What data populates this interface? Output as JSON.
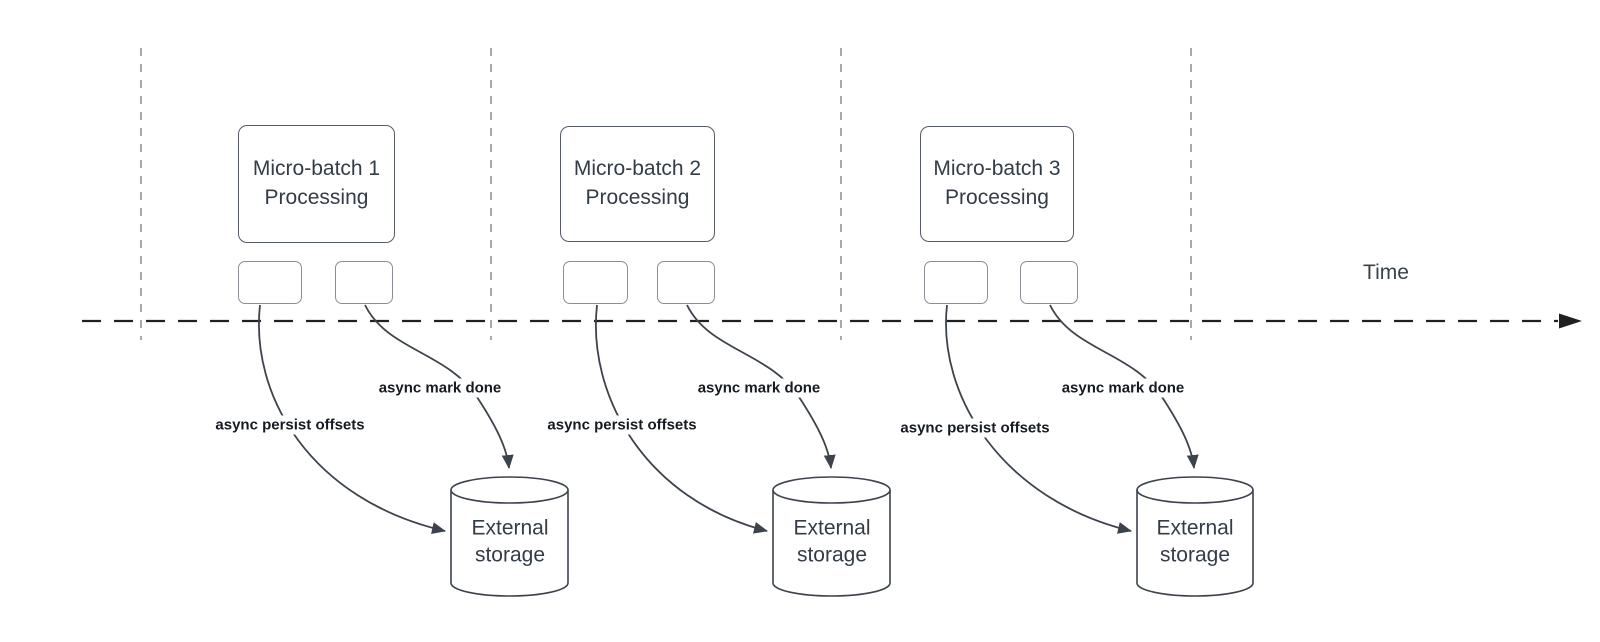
{
  "axis": {
    "time_label": "Time",
    "timeline_color": "#202020",
    "gridline_color": "#a6a9ae"
  },
  "colors": {
    "flow_stroke": "#3d434d",
    "big_box_border": "#565c66",
    "small_box_border": "#8a8e96",
    "box_text": "#343c47",
    "flow_label_text": "#161b22"
  },
  "groups": [
    {
      "box_label": "Micro-batch 1\nProcessing",
      "persist_label": "async persist offsets",
      "done_label": "async mark done",
      "storage_label": "External\nstorage"
    },
    {
      "box_label": "Micro-batch 2\nProcessing",
      "persist_label": "async persist offsets",
      "done_label": "async mark done",
      "storage_label": "External\nstorage"
    },
    {
      "box_label": "Micro-batch 3\nProcessing",
      "persist_label": "async persist offsets",
      "done_label": "async mark done",
      "storage_label": "External\nstorage"
    }
  ]
}
